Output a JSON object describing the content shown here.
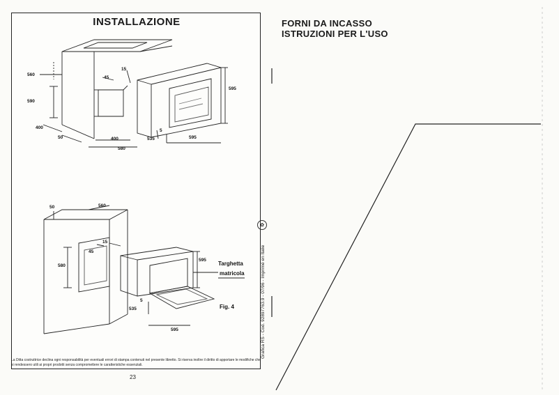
{
  "left_page": {
    "title": "INSTALLAZIONE",
    "figure_top": {
      "dims": {
        "d560": "560",
        "d590": "590",
        "d400_side": "400",
        "d50": "50",
        "d400_bottom": "400",
        "d580": "580",
        "d45": "45",
        "d15": "15",
        "d595_h": "595",
        "d5": "5",
        "d535": "535",
        "d595_w": "595"
      }
    },
    "figure_bottom": {
      "dims": {
        "d50": "50",
        "d560": "560",
        "d45": "45",
        "d15": "15",
        "d580": "580",
        "d595_h": "595",
        "d5": "5",
        "d535": "535",
        "d595_w": "595"
      },
      "label_line1": "Targhetta",
      "label_line2": "matricola",
      "fig_label": "Fig. 4"
    },
    "disclaimer": "La Ditta costruttrice declina ogni responsabilità per eventuali errori di stampa contenuti nel presente libretto. Si riserva inoltre il diritto di apportare le modifiche che si rendessero utili ai propri prodotti senza compromettere le caratteristiche essenziali.",
    "page_number": "23"
  },
  "spine": {
    "vertical_text": "Grafica RS - Cod. 92897763.9 - 07/96 - Imprimé en Italie",
    "logo": "✿"
  },
  "right_page": {
    "title_line1": "FORNI DA INCASSO",
    "title_line2": "ISTRUZIONI PER L'USO"
  }
}
